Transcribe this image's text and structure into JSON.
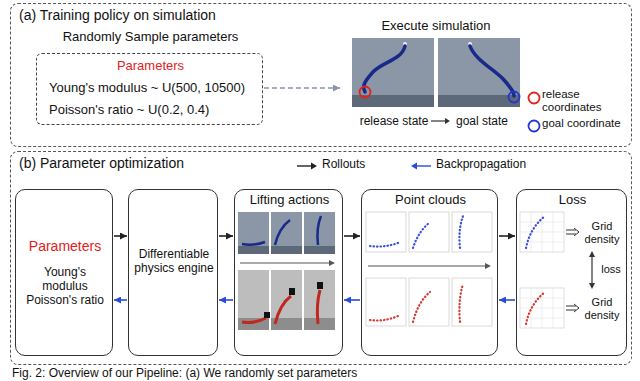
{
  "diagram": {
    "caption": "Fig. 2: Overview of our Pipeline: (a) We randomly set parameters",
    "nodes": [
      {
        "text": [
          "(a) Training policy on simulation"
        ]
      },
      {
        "text": [
          "Randomly Sample parameters",
          "Parameters",
          "Young's modulus ~ U(500, 10500)",
          "Poisson's ratio ~ U(0.2, 0.4)"
        ],
        "in": 0
      },
      {
        "text": [
          "Execute simulation",
          "release state",
          "goal state"
        ],
        "in": 0
      },
      {
        "text": [
          "(b) Parameter optimization"
        ]
      },
      {
        "text": [
          "Parameters",
          "Young's modulus Poisson's ratio"
        ],
        "in": 3
      },
      {
        "text": [
          "Differentiable physics engine"
        ],
        "in": 3
      },
      {
        "text": [
          "Lifting actions"
        ],
        "in": 3
      },
      {
        "text": [
          "Point clouds"
        ],
        "in": 3
      },
      {
        "text": [
          "Loss"
        ],
        "in": 3
      }
    ],
    "edges": [
      {
        "from": 1,
        "to": 2,
        "arrow": "to"
      },
      {
        "from": 4,
        "to": 5,
        "arrow": "to"
      },
      {
        "from": 5,
        "to": 6,
        "arrow": "to"
      },
      {
        "from": 6,
        "to": 7,
        "arrow": "to"
      },
      {
        "from": 7,
        "to": 8,
        "arrow": "to"
      },
      {
        "from": 8,
        "to": 7,
        "arrow": "to"
      },
      {
        "from": 7,
        "to": 6,
        "arrow": "to"
      },
      {
        "from": 6,
        "to": 5,
        "arrow": "to"
      },
      {
        "from": 5,
        "to": 4,
        "arrow": "to"
      }
    ],
    "labels": [
      "Grid density",
      "loss",
      "Grid density"
    ],
    "legend": [
      {
        "text": "release coordinates",
        "color": "#e3211b"
      },
      {
        "text": "goal coordinate",
        "color": "#2038d0"
      },
      {
        "text": "Rollouts"
      },
      {
        "text": "Backpropagation"
      }
    ]
  }
}
